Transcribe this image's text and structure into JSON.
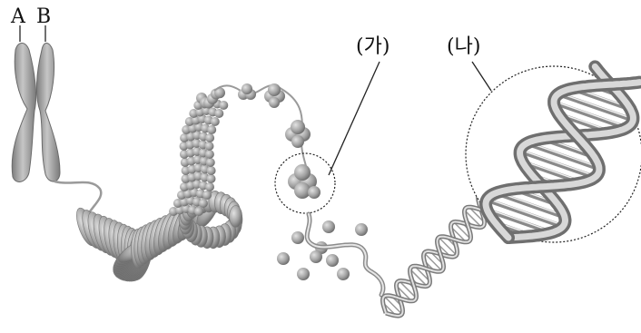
{
  "labels": {
    "chromatid_a": "A",
    "chromatid_b": "B",
    "ga": "(가)",
    "na": "(나)"
  },
  "colors": {
    "structure": "#9a9a9a",
    "structure_dark": "#6f6f6f",
    "structure_light": "#c9c9c9",
    "line": "#222222"
  }
}
